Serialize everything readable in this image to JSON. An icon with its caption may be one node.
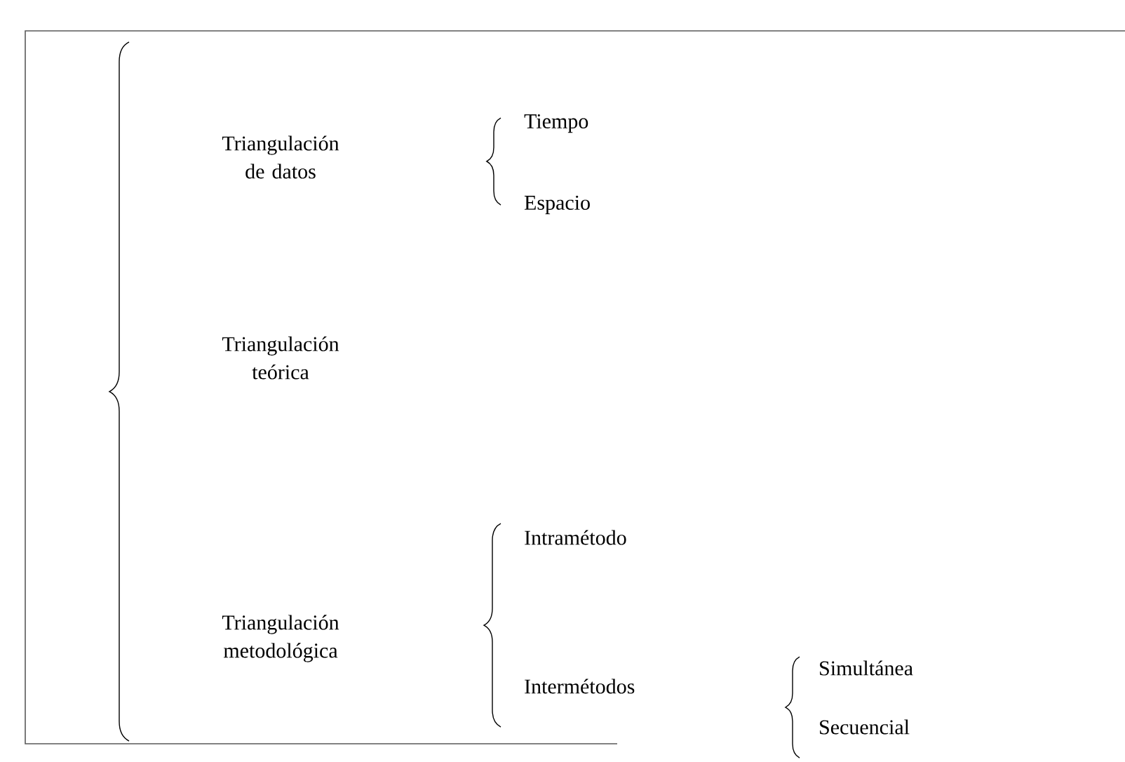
{
  "diagram": {
    "labels": [
      "Triangulación de datos",
      "Tiempo",
      "Espacio",
      "Triangulación teórica",
      "Intramétodo",
      "Triangulación metodológica",
      "Intermétodos",
      "Simultánea",
      "Secuencial"
    ]
  }
}
